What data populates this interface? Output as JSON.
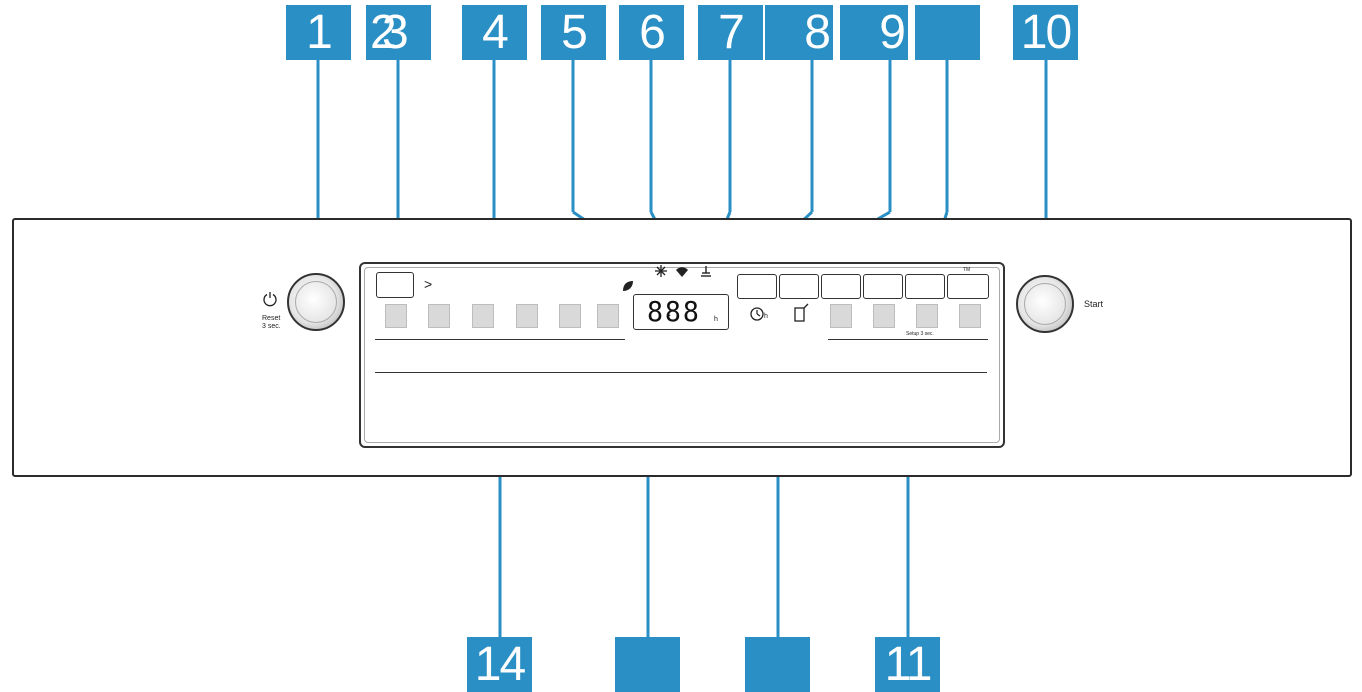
{
  "callouts": {
    "c1": "1",
    "c2": "2",
    "c3": "3",
    "c4": "4",
    "c5": "5",
    "c6": "6",
    "c7": "7",
    "c8": "8",
    "c9": "9",
    "c_blank_top": "",
    "c10": "10",
    "c14": "14",
    "c_blank_b1": "",
    "c_blank_b2": "",
    "c11": "11"
  },
  "panel": {
    "power_label_line1": "Reset",
    "power_label_line2": "3 sec.",
    "start_label": "Start",
    "setup_label": "Setup 3 sec.",
    "display_digits": "888",
    "display_colon": ":",
    "display_unit": "h",
    "arrow_glyph": ">",
    "key_caption": "TM"
  },
  "icons": {
    "power": "power-icon",
    "leaf": "leaf-icon",
    "sun": "sparkle-icon",
    "wifi": "wifi-icon",
    "remote": "remote-start-icon",
    "timer": "timer-icon",
    "door": "door-open-icon"
  },
  "colors": {
    "callout": "#2a8fc4",
    "frame": "#2b2b2b"
  }
}
